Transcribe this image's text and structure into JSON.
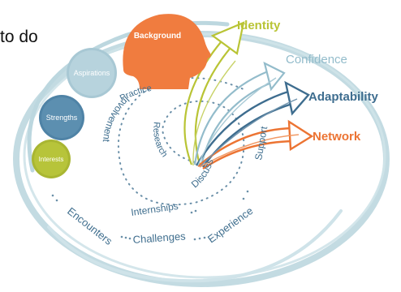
{
  "corner_text": "to do",
  "head": {
    "label": "Background",
    "color": "#f07c3f"
  },
  "bubbles": [
    {
      "label": "Aspirations",
      "color": "#a8c8d4"
    },
    {
      "label": "Strengths",
      "color": "#5c8fb0"
    },
    {
      "label": "Interests",
      "color": "#b7c43a"
    }
  ],
  "outcomes": [
    {
      "label": "Identity",
      "color": "#b9c435"
    },
    {
      "label": "Confidence",
      "color": "#93bccb"
    },
    {
      "label": "Adaptability",
      "color": "#3e6d8f"
    },
    {
      "label": "Network",
      "color": "#ec7433"
    }
  ],
  "spiral_words": {
    "practice": "Practice",
    "research": "Research",
    "involvement": "Involvement",
    "internships": "Internships",
    "discuss": "Discuss",
    "support": "Support",
    "encounters": "Encounters",
    "challenges": "Challenges",
    "experience": "Experience"
  },
  "colors": {
    "ring": "#bcd7df",
    "text": "#3f6e8e",
    "dots": "#6a8fa8"
  }
}
